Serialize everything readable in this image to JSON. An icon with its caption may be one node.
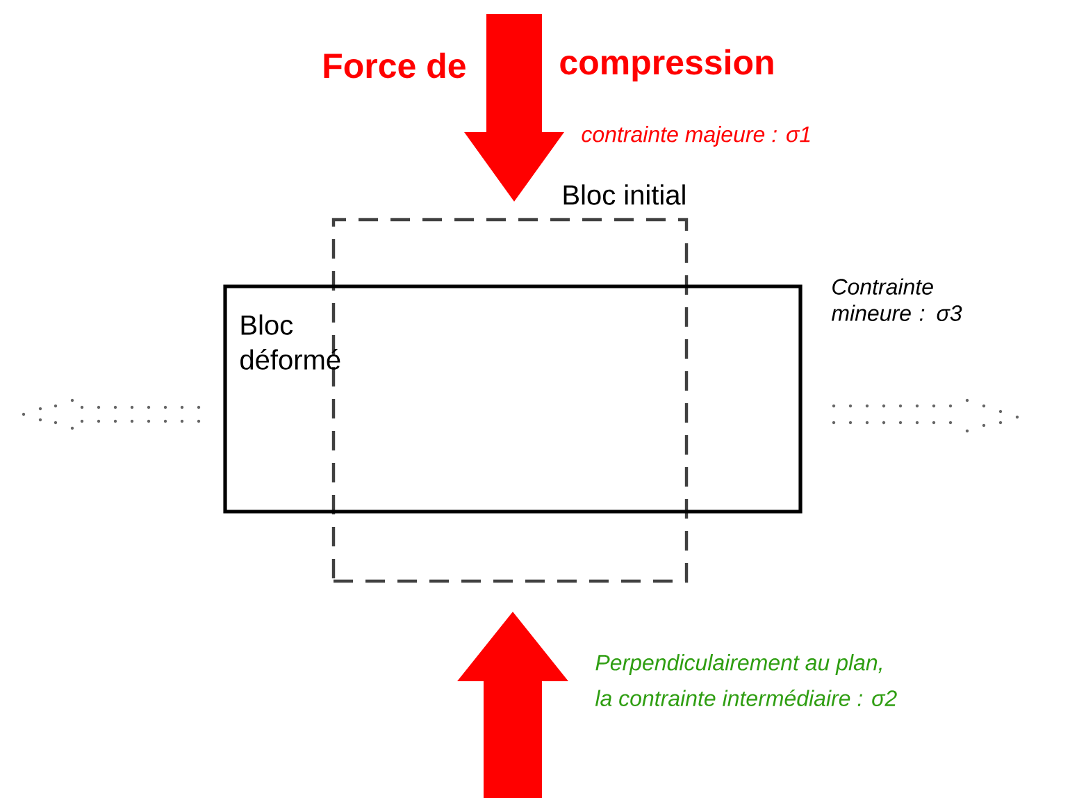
{
  "diagram": {
    "nodes": [
      {
        "text": [
          "Bloc initial"
        ]
      },
      {
        "text": [
          "Bloc déformé"
        ]
      }
    ],
    "labels": [
      "Force de",
      "compression",
      "contrainte majeure : σ1",
      "Contrainte mineure : σ3",
      "Perpendiculairement au plan,",
      "la contrainte intermédiaire : σ2"
    ]
  }
}
